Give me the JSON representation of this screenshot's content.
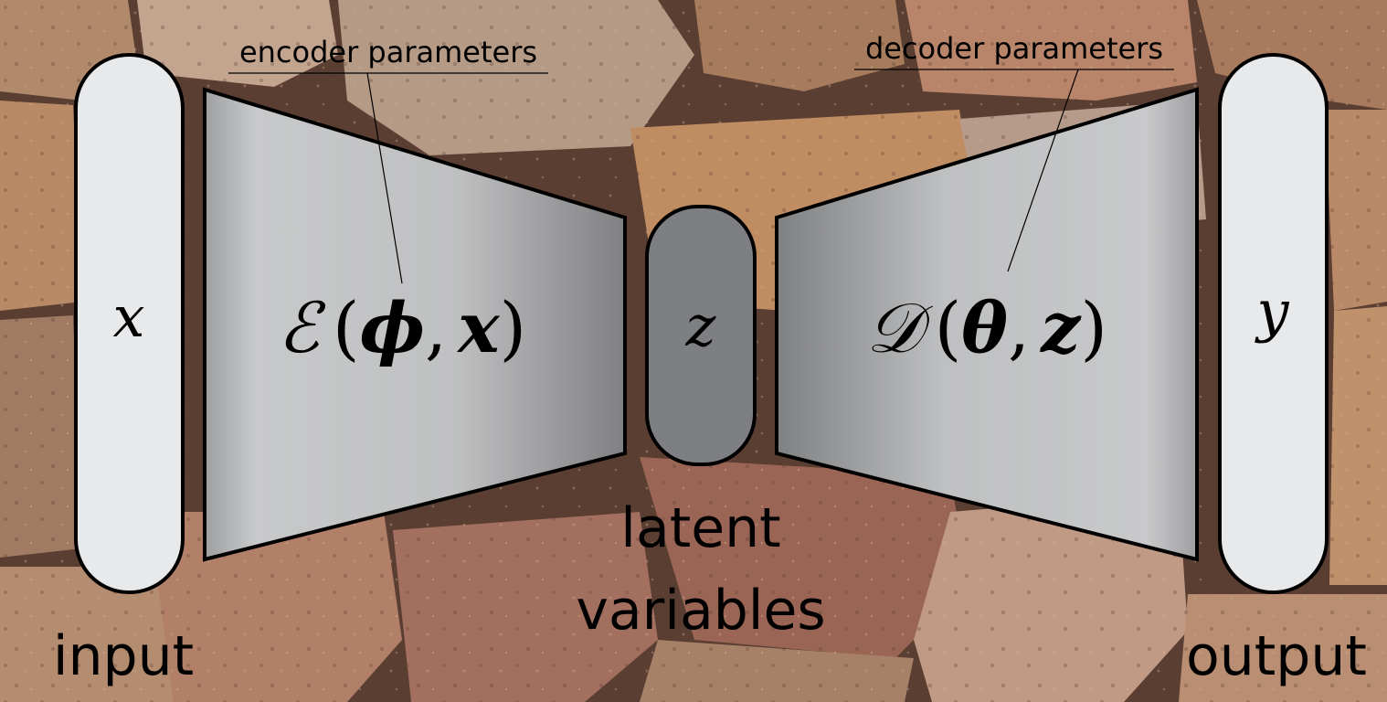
{
  "labels": {
    "encoder_parameters": "encoder parameters",
    "decoder_parameters": "decoder parameters",
    "input": "input",
    "output": "output",
    "latent_line1": "latent",
    "latent_line2": "variables"
  },
  "symbols": {
    "x": "x",
    "y": "y",
    "z": "z",
    "encoder_name": "ℰ",
    "encoder_open": "(",
    "encoder_param": "ϕ",
    "encoder_comma": ",",
    "encoder_arg": "x",
    "encoder_close": ")",
    "decoder_name": "𝒟",
    "decoder_open": "(",
    "decoder_param": "θ",
    "decoder_comma": ",",
    "decoder_arg": "z",
    "decoder_close": ")"
  },
  "colors": {
    "pill_fill": "#e8e9eb",
    "latent_fill": "#7e7f82",
    "trapezoid_light": "#c2c3c4",
    "trapezoid_dark": "#808183",
    "outline": "#000000",
    "background_stone": "#9a6f57"
  }
}
